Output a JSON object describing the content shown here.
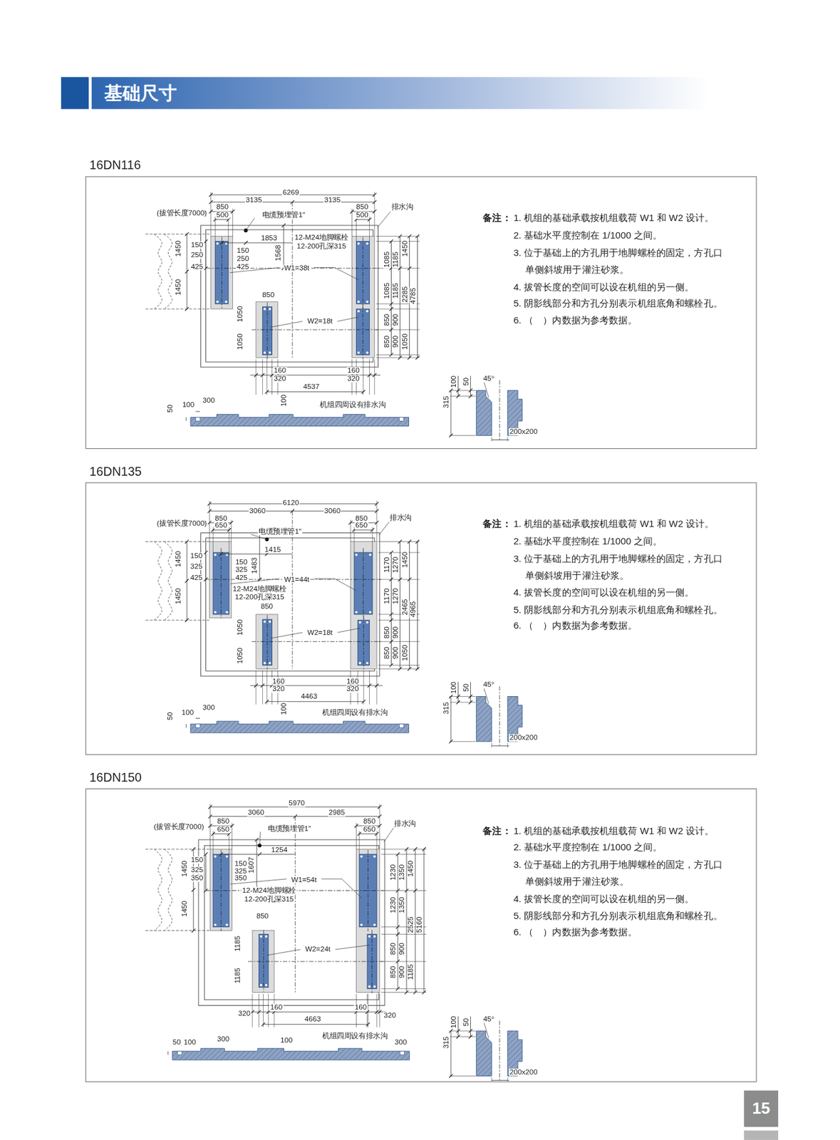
{
  "diagram": {
    "title": "基础尺寸",
    "nodes": [
      {
        "text": [
          "15"
        ]
      }
    ],
    "labels": [
      "16DN116",
      "6269",
      "3135",
      "3135",
      "850",
      "500",
      "(拔管长度7000)",
      "电缆预埋管1\"",
      "850",
      "500",
      "排水沟",
      "1853",
      "12-M24地脚螺栓",
      "12-200孔深315",
      "1568",
      "1450",
      "150",
      "250",
      "425",
      "150",
      "250",
      "425",
      "W1=38t",
      "1085",
      "1185",
      "1450",
      "1450",
      "1085",
      "1185",
      "2285",
      "4785",
      "850",
      "1050",
      "W2=18t",
      "850",
      "900",
      "1050",
      "850",
      "900",
      "1050",
      "160",
      "320",
      "160",
      "320",
      "4537",
      "50",
      "100",
      "300",
      "100",
      "机组四周设有排水沟",
      "100",
      "50",
      "45°",
      "315",
      "200x200",
      "备注：",
      "1. 机组的基础承载按机组载荷 W1 和 W2 设计。",
      "2. 基础水平度控制在 1/1000 之间。",
      "3. 位于基础上的方孔用于地脚螺栓的固定，方孔口单侧斜坡用于灌注砂浆。",
      "4. 拔管长度的空间可以设在机组的另一侧。",
      "5. 阴影线部分和方孔分别表示机组底角和螺栓孔。",
      "6. （　）内数据为参考数据。",
      "16DN135",
      "6120",
      "3060",
      "3060",
      "850",
      "650",
      "(拔管长度7000)",
      "电缆预埋管1\"",
      "850",
      "650",
      "排水沟",
      "1415",
      "1483",
      "1450",
      "150",
      "325",
      "425",
      "150",
      "325",
      "425",
      "W1=44t",
      "12-M24地脚螺栓",
      "12-200孔深315",
      "1170",
      "1270",
      "1450",
      "1450",
      "850",
      "1170",
      "1270",
      "2465",
      "4965",
      "1050",
      "W2=18t",
      "850",
      "900",
      "1050",
      "850",
      "900",
      "1050",
      "160",
      "320",
      "160",
      "320",
      "4463",
      "50",
      "100",
      "300",
      "100",
      "机组四周设有排水沟",
      "100",
      "50",
      "45°",
      "315",
      "200x200",
      "备注：",
      "1. 机组的基础承载按机组载荷 W1 和 W2 设计。",
      "2. 基础水平度控制在 1/1000 之间。",
      "3. 位于基础上的方孔用于地脚螺栓的固定，方孔口单侧斜坡用于灌注砂浆。",
      "4. 拔管长度的空间可以设在机组的另一侧。",
      "5. 阴影线部分和方孔分别表示机组底角和螺栓孔。",
      "6. （　）内数据为参考数据。",
      "16DN150",
      "5970",
      "3060",
      "2985",
      "850",
      "650",
      "(拔管长度7000)",
      "电缆预埋管1\"",
      "850",
      "650",
      "排水沟",
      "1254",
      "1607",
      "1450",
      "150",
      "325",
      "350",
      "150",
      "325",
      "350",
      "W1=54t",
      "12-M24地脚螺栓",
      "12-200孔深315",
      "1230",
      "1350",
      "1450",
      "1450",
      "1230",
      "1350",
      "2525",
      "5160",
      "850",
      "1185",
      "W2=24t",
      "850",
      "900",
      "1185",
      "850",
      "900",
      "1185",
      "320",
      "160",
      "4663",
      "160",
      "320",
      "50",
      "100",
      "300",
      "100",
      "机组四周设有排水沟",
      "300",
      "100",
      "50",
      "45°",
      "315",
      "200x200",
      "备注：",
      "1. 机组的基础承载按机组载荷 W1 和 W2 设计。",
      "2. 基础水平度控制在 1/1000 之间。",
      "3. 位于基础上的方孔用于地脚螺栓的固定，方孔口单侧斜坡用于灌注砂浆。",
      "4. 拔管长度的空间可以设在机组的另一侧。",
      "5. 阴影线部分和方孔分别表示机组底角和螺栓孔。",
      "6. （　）内数据为参考数据。"
    ]
  }
}
